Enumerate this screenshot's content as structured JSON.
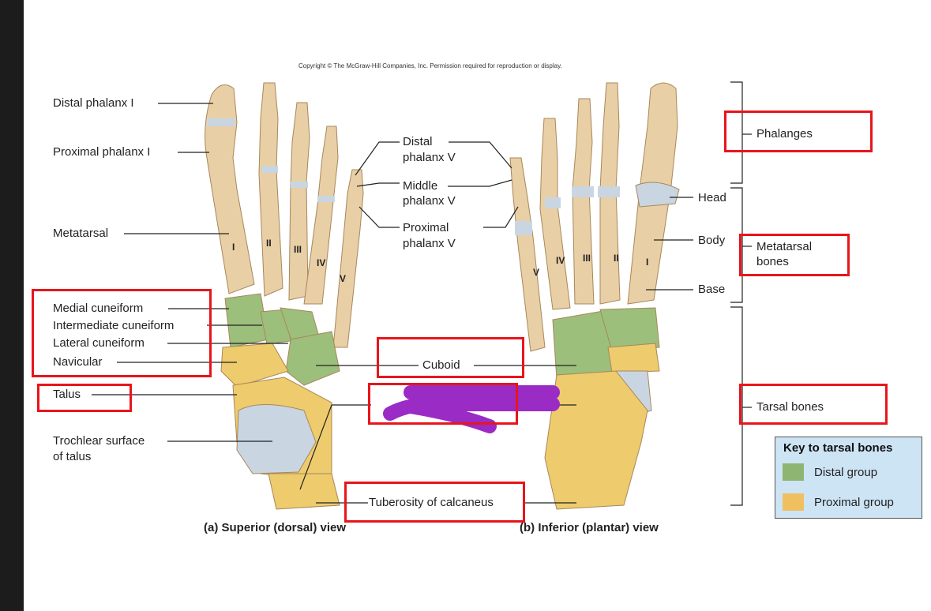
{
  "copyright": "Copyright © The McGraw-Hill Companies, Inc. Permission required for reproduction or display.",
  "labels": {
    "distal_phalanx_1": "Distal phalanx I",
    "proximal_phalanx_1": "Proximal phalanx I",
    "metatarsal": "Metatarsal",
    "medial_cuneiform": "Medial cuneiform",
    "intermediate_cuneiform": "Intermediate cuneiform",
    "lateral_cuneiform": "Lateral cuneiform",
    "navicular": "Navicular",
    "talus": "Talus",
    "trochlear_surface_1": "Trochlear surface",
    "trochlear_surface_2": "of talus",
    "distal_phalanx_5_1": "Distal",
    "distal_phalanx_5_2": "phalanx V",
    "middle_phalanx_5_1": "Middle",
    "middle_phalanx_5_2": "phalanx V",
    "proximal_phalanx_5_1": "Proximal",
    "proximal_phalanx_5_2": "phalanx V",
    "cuboid": "Cuboid",
    "tuberosity": "Tuberosity of calcaneus",
    "phalanges": "Phalanges",
    "head": "Head",
    "body": "Body",
    "base": "Base",
    "metatarsal_bones_1": "Metatarsal",
    "metatarsal_bones_2": "bones",
    "tarsal_bones": "Tarsal bones"
  },
  "roman_numerals": {
    "dorsal": [
      "I",
      "II",
      "III",
      "IV",
      "V"
    ],
    "plantar": [
      "V",
      "IV",
      "III",
      "II",
      "I"
    ]
  },
  "captions": {
    "dorsal": "(a) Superior (dorsal) view",
    "plantar": "(b) Inferior (plantar) view"
  },
  "key": {
    "title": "Key to tarsal bones",
    "distal": "Distal group",
    "proximal": "Proximal group",
    "distal_color": "#8fb573",
    "proximal_color": "#f0c060"
  },
  "colors": {
    "bone": "#e8cfa6",
    "bone_shade": "#c9a877",
    "distal_tarsal": "#9cbf7c",
    "proximal_tarsal": "#eecb6c",
    "cartilage": "#c9d6e2",
    "highlight_box": "#e8151b",
    "scribble": "#9b2bc5"
  }
}
